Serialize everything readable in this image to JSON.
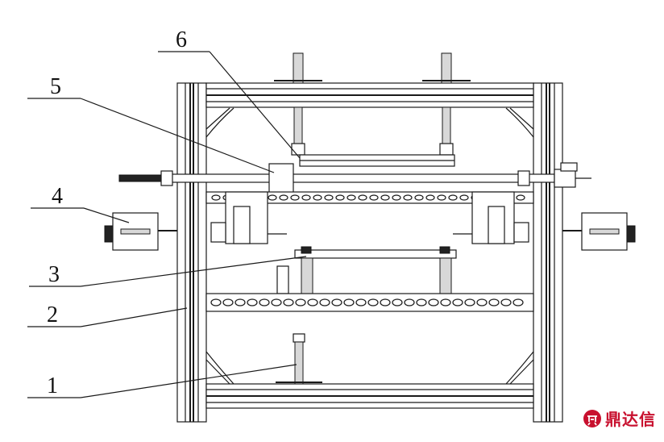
{
  "diagram": {
    "callouts": [
      {
        "id": "1",
        "label": "1"
      },
      {
        "id": "2",
        "label": "2"
      },
      {
        "id": "3",
        "label": "3"
      },
      {
        "id": "4",
        "label": "4"
      },
      {
        "id": "5",
        "label": "5"
      },
      {
        "id": "6",
        "label": "6"
      }
    ]
  },
  "watermark": {
    "text": "鼎达信",
    "color": "#c8102e",
    "icon": "dingdaxin-logo-icon"
  }
}
